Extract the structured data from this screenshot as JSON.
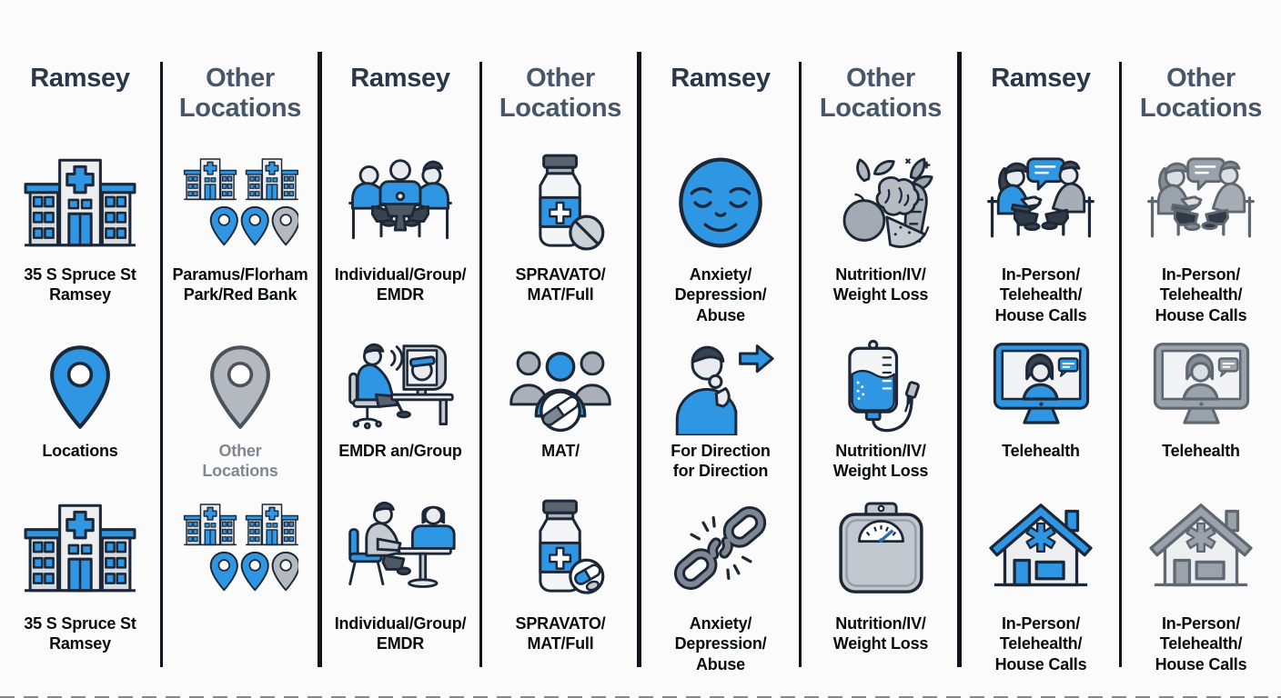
{
  "page": {
    "background": "#fbfbfb",
    "divider_color": "#10141c",
    "accent_blue": "#2e96e3",
    "icon_gray": "#9aa2ab",
    "header_ramsey_color": "#2a3649",
    "header_other_color": "#475669"
  },
  "columns": [
    {
      "header": "Ramsey",
      "items": [
        {
          "icon": "hospital-building-icon",
          "icon_ref": "#sym-hospital",
          "caption": "35 S Spruce St\nRamsey"
        },
        {
          "icon": "location-pin-icon",
          "icon_ref": "#sym-pin",
          "caption": "Locations"
        },
        {
          "icon": "hospital-building-icon",
          "icon_ref": "#sym-hospital",
          "caption": "35 S Spruce St\nRamsey"
        }
      ]
    },
    {
      "header": "Other\nLocations",
      "items": [
        {
          "icon": "clinic-buildings-pins-icon",
          "icon_ref": "#sym-minibuildings",
          "caption": "Paramus/Florham\nPark/Red Bank"
        },
        {
          "icon": "location-pin-icon",
          "icon_ref": "#sym-pin",
          "caption": "Other\nLocations"
        },
        {
          "icon": "clinic-buildings-pins-icon",
          "icon_ref": "#sym-minibuildings",
          "caption": ""
        }
      ]
    },
    {
      "header": "Ramsey",
      "items": [
        {
          "icon": "group-therapy-icon",
          "icon_ref": "#sym-group",
          "caption": "Individual/Group/\nEMDR"
        },
        {
          "icon": "emdr-session-icon",
          "icon_ref": "#sym-emdr",
          "caption": "EMDR an/Group"
        },
        {
          "icon": "counseling-session-icon",
          "icon_ref": "#sym-counsel",
          "caption": "Individual/Group/\nEMDR"
        }
      ]
    },
    {
      "header": "Other\nLocations",
      "items": [
        {
          "icon": "medication-bottle-icon",
          "icon_ref": "#sym-bottle-tab",
          "caption": "SPRAVATO/\nMAT/Full"
        },
        {
          "icon": "group-medication-icon",
          "icon_ref": "#sym-matgroup",
          "caption": "MAT/"
        },
        {
          "icon": "medication-bottle-pills-icon",
          "icon_ref": "#sym-bottle-pills",
          "caption": "SPRAVATO/\nMAT/Full"
        }
      ]
    },
    {
      "header": "Ramsey",
      "items": [
        {
          "icon": "calm-face-icon",
          "icon_ref": "#sym-face",
          "caption": "Anxiety/\nDepression/\nAbuse"
        },
        {
          "icon": "person-direction-arrow-icon",
          "icon_ref": "#sym-person-arrow",
          "caption": "For Direction\nfor Direction"
        },
        {
          "icon": "broken-chain-icon",
          "icon_ref": "#sym-chain",
          "caption": "Anxiety/\nDepression/\nAbuse"
        }
      ]
    },
    {
      "header": "Other\nLocations",
      "items": [
        {
          "icon": "fruits-vegetables-icon",
          "icon_ref": "#sym-produce",
          "caption": "Nutrition/IV/\nWeight Loss"
        },
        {
          "icon": "iv-bag-icon",
          "icon_ref": "#sym-iv",
          "caption": "Nutrition/IV/\nWeight Loss"
        },
        {
          "icon": "weight-scale-icon",
          "icon_ref": "#sym-scale",
          "caption": "Nutrition/IV/\nWeight Loss"
        }
      ]
    },
    {
      "header": "Ramsey",
      "items": [
        {
          "icon": "conversation-icon",
          "icon_ref": "#sym-convo",
          "caption": "In-Person/\nTelehealth/\nHouse Calls"
        },
        {
          "icon": "telehealth-monitor-icon",
          "icon_ref": "#sym-tele",
          "caption": "Telehealth"
        },
        {
          "icon": "medical-house-icon",
          "icon_ref": "#sym-house",
          "caption": "In-Person/\nTelehealth/\nHouse Calls"
        }
      ]
    },
    {
      "header": "Other\nLocations",
      "items": [
        {
          "icon": "conversation-icon",
          "icon_ref": "#sym-convo",
          "caption": "In-Person/\nTelehealth/\nHouse Calls"
        },
        {
          "icon": "telehealth-monitor-icon",
          "icon_ref": "#sym-tele",
          "caption": "Telehealth"
        },
        {
          "icon": "medical-house-icon",
          "icon_ref": "#sym-house",
          "caption": "In-Person/\nTelehealth/\nHouse Calls"
        }
      ]
    }
  ]
}
